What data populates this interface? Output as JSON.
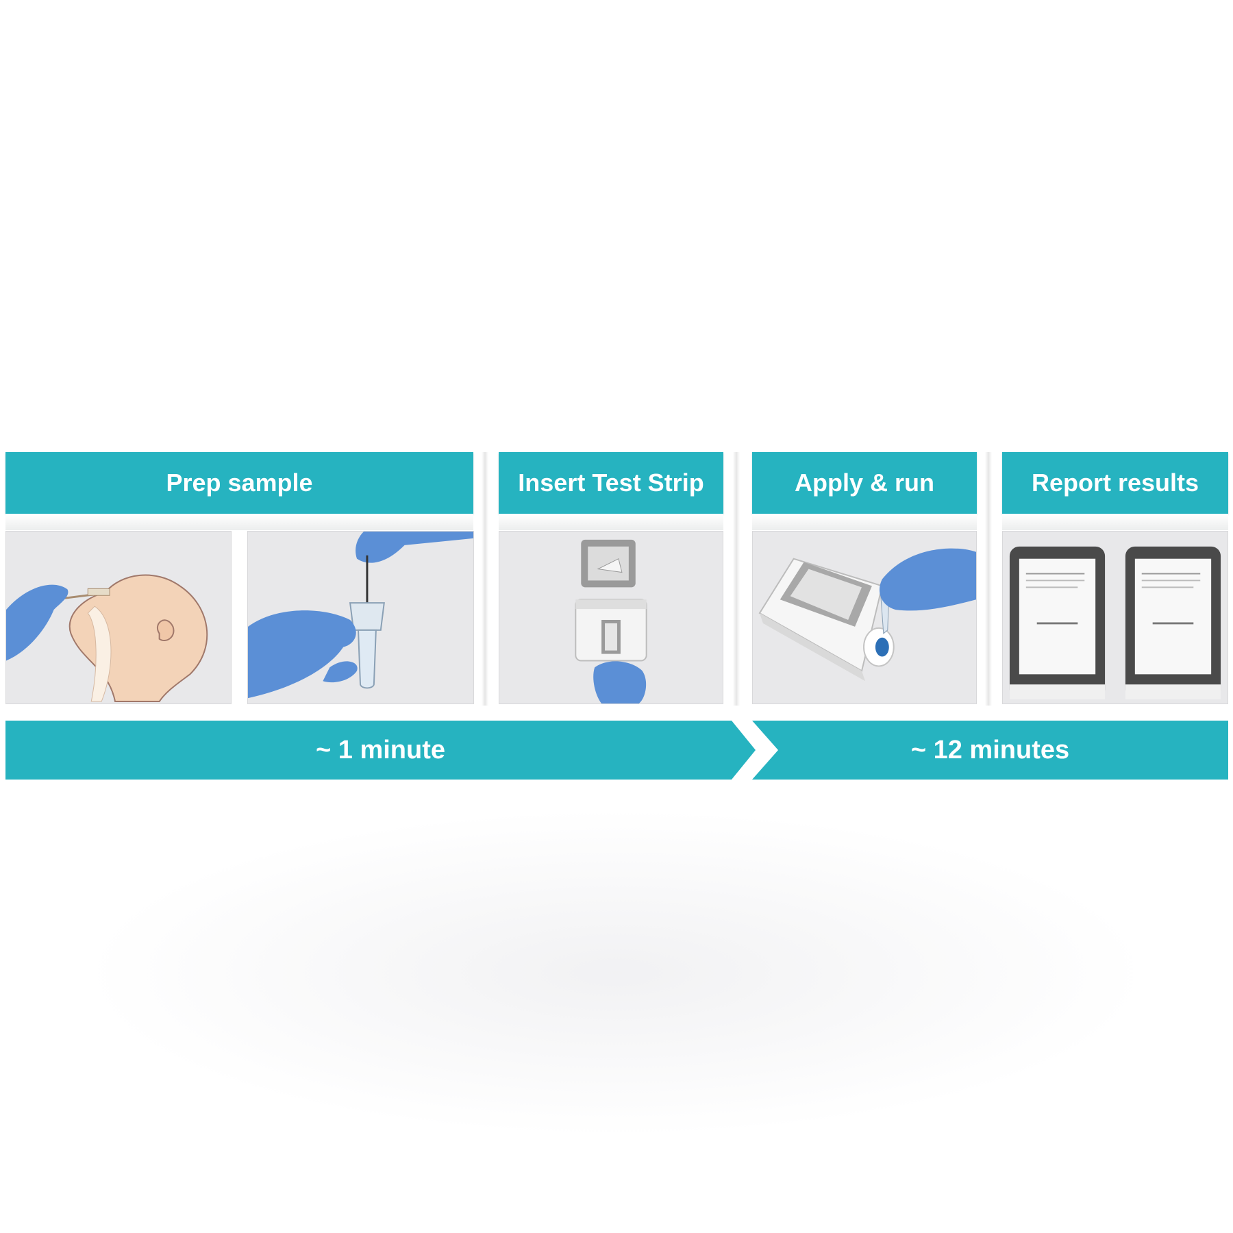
{
  "steps": [
    {
      "label": "Prep sample"
    },
    {
      "label": "Insert Test Strip"
    },
    {
      "label": "Apply & run"
    },
    {
      "label": "Report results"
    }
  ],
  "durations": [
    {
      "label": "~ 1 minute"
    },
    {
      "label": "~ 12 minutes"
    }
  ],
  "colors": {
    "accent": "#26b3c0",
    "glove": "#5b8fd6",
    "skin": "#f3d3b8",
    "panel": "#e8e8ea"
  },
  "illustrations": [
    "nasal-swab-illustration",
    "sample-tube-illustration",
    "device-strip-insert-illustration",
    "device-apply-sample-illustration",
    "device-result-screens-illustration"
  ]
}
